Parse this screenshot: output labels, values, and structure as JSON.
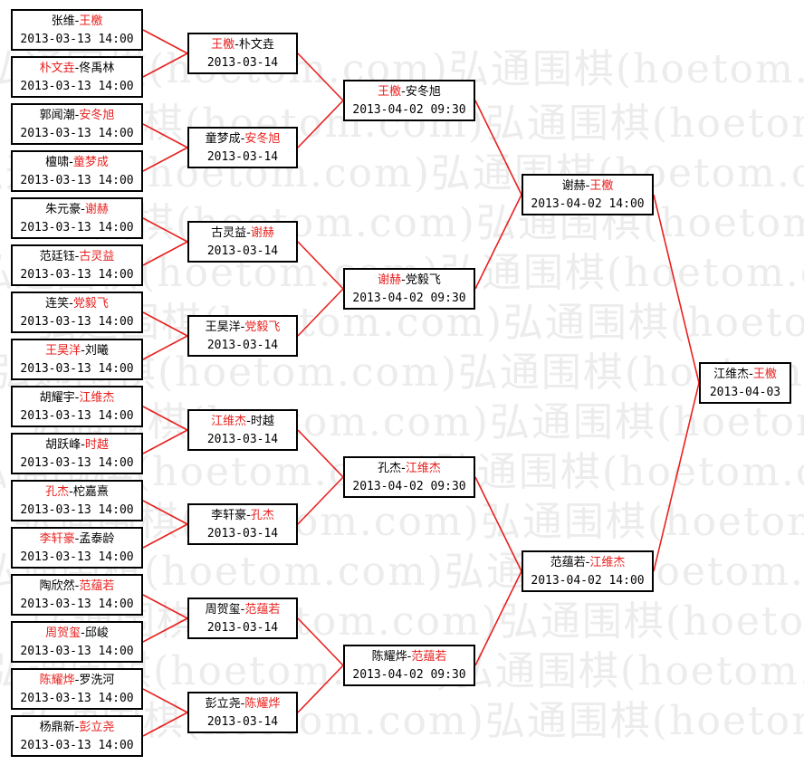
{
  "watermark": "弘通围棋(hoetom.com)",
  "colors": {
    "winner": "#e8211f",
    "line": "#e8211f",
    "border": "#000000"
  },
  "rounds": [
    {
      "round": 1,
      "matches": [
        {
          "p1": "张维",
          "p2": "王檄",
          "winner": 2,
          "date": "2013-03-13 14:00"
        },
        {
          "p1": "朴文垚",
          "p2": "佟禹林",
          "winner": 1,
          "date": "2013-03-13 14:00"
        },
        {
          "p1": "郭闻潮",
          "p2": "安冬旭",
          "winner": 2,
          "date": "2013-03-13 14:00"
        },
        {
          "p1": "檀啸",
          "p2": "童梦成",
          "winner": 2,
          "date": "2013-03-13 14:00"
        },
        {
          "p1": "朱元豪",
          "p2": "谢赫",
          "winner": 2,
          "date": "2013-03-13 14:00"
        },
        {
          "p1": "范廷钰",
          "p2": "古灵益",
          "winner": 2,
          "date": "2013-03-13 14:00"
        },
        {
          "p1": "连笑",
          "p2": "党毅飞",
          "winner": 2,
          "date": "2013-03-13 14:00"
        },
        {
          "p1": "王昊洋",
          "p2": "刘曦",
          "winner": 1,
          "date": "2013-03-13 14:00"
        },
        {
          "p1": "胡耀宇",
          "p2": "江维杰",
          "winner": 2,
          "date": "2013-03-13 14:00"
        },
        {
          "p1": "胡跃峰",
          "p2": "时越",
          "winner": 2,
          "date": "2013-03-13 14:00"
        },
        {
          "p1": "孔杰",
          "p2": "柁嘉熹",
          "winner": 1,
          "date": "2013-03-13 14:00"
        },
        {
          "p1": "李轩豪",
          "p2": "孟泰龄",
          "winner": 1,
          "date": "2013-03-13 14:00"
        },
        {
          "p1": "陶欣然",
          "p2": "范蕴若",
          "winner": 2,
          "date": "2013-03-13 14:00"
        },
        {
          "p1": "周贺玺",
          "p2": "邱峻",
          "winner": 1,
          "date": "2013-03-13 14:00"
        },
        {
          "p1": "陈耀烨",
          "p2": "罗洗河",
          "winner": 1,
          "date": "2013-03-13 14:00"
        },
        {
          "p1": "杨鼎新",
          "p2": "彭立尧",
          "winner": 2,
          "date": "2013-03-13 14:00"
        }
      ]
    },
    {
      "round": 2,
      "matches": [
        {
          "p1": "王檄",
          "p2": "朴文垚",
          "winner": 1,
          "date": "2013-03-14"
        },
        {
          "p1": "童梦成",
          "p2": "安冬旭",
          "winner": 2,
          "date": "2013-03-14"
        },
        {
          "p1": "古灵益",
          "p2": "谢赫",
          "winner": 2,
          "date": "2013-03-14"
        },
        {
          "p1": "王昊洋",
          "p2": "党毅飞",
          "winner": 2,
          "date": "2013-03-14"
        },
        {
          "p1": "江维杰",
          "p2": "时越",
          "winner": 1,
          "date": "2013-03-14"
        },
        {
          "p1": "李轩豪",
          "p2": "孔杰",
          "winner": 2,
          "date": "2013-03-14"
        },
        {
          "p1": "周贺玺",
          "p2": "范蕴若",
          "winner": 2,
          "date": "2013-03-14"
        },
        {
          "p1": "彭立尧",
          "p2": "陈耀烨",
          "winner": 2,
          "date": "2013-03-14"
        }
      ]
    },
    {
      "round": 3,
      "matches": [
        {
          "p1": "王檄",
          "p2": "安冬旭",
          "winner": 1,
          "date": "2013-04-02 09:30"
        },
        {
          "p1": "谢赫",
          "p2": "党毅飞",
          "winner": 1,
          "date": "2013-04-02 09:30"
        },
        {
          "p1": "孔杰",
          "p2": "江维杰",
          "winner": 2,
          "date": "2013-04-02 09:30"
        },
        {
          "p1": "陈耀烨",
          "p2": "范蕴若",
          "winner": 2,
          "date": "2013-04-02 09:30"
        }
      ]
    },
    {
      "round": 4,
      "matches": [
        {
          "p1": "谢赫",
          "p2": "王檄",
          "winner": 2,
          "date": "2013-04-02 14:00"
        },
        {
          "p1": "范蕴若",
          "p2": "江维杰",
          "winner": 2,
          "date": "2013-04-02 14:00"
        }
      ]
    },
    {
      "round": 5,
      "matches": [
        {
          "p1": "江维杰",
          "p2": "王檄",
          "winner": 2,
          "date": "2013-04-03"
        }
      ]
    }
  ]
}
